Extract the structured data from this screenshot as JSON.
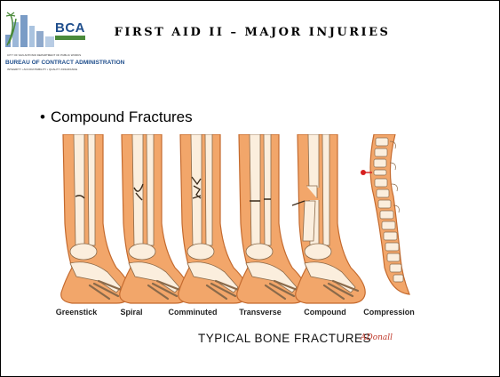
{
  "slide": {
    "title": "FIRST AID II – MAJOR INJURIES",
    "bullet": "Compound Fractures"
  },
  "logo": {
    "acronym": "BCA",
    "line1": "CITY OF SAN ANTONIO DEPARTMENT OF PUBLIC WORKS",
    "line2": "BUREAU OF CONTRACT ADMINISTRATION",
    "line3": "INTEGRITY • ACCOUNTABILITY • QUALITY ASSURANCE"
  },
  "figure": {
    "labels": [
      "Greenstick",
      "Spiral",
      "Comminuted",
      "Transverse",
      "Compound",
      "Compression"
    ],
    "caption": "TYPICAL BONE FRACTURES",
    "signature": "ADonall"
  },
  "colors": {
    "skin": "#f2a66a",
    "skin_outline": "#c46a2e",
    "bone": "#fbeedd",
    "bone_outline": "#8a6a4a",
    "fracture": "#3a2a1a",
    "injury_red": "#d62020",
    "logo_blue": "#1f4e8c",
    "logo_green": "#4a8a3a"
  },
  "icons": [
    "city-skyline-icon"
  ]
}
